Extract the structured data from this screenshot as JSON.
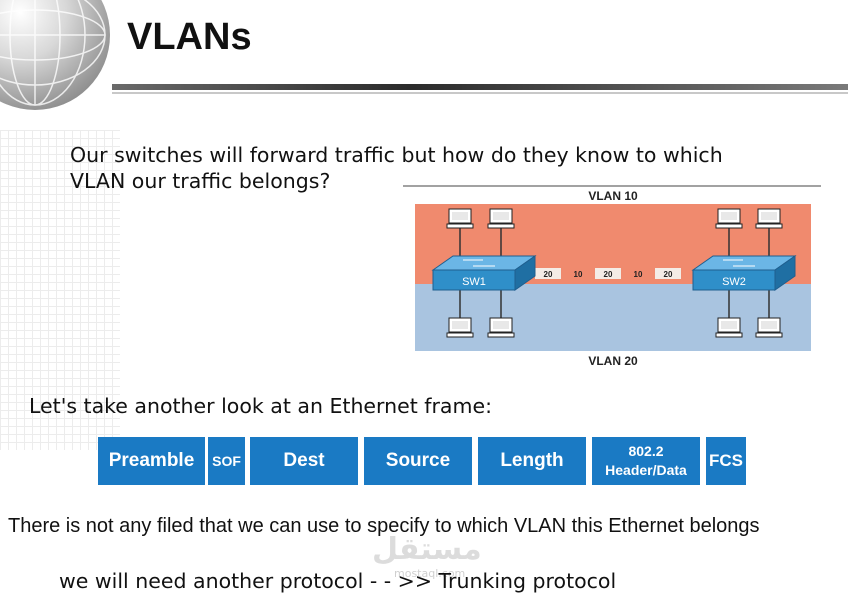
{
  "title": "VLANs",
  "question": {
    "line1": "Our switches will forward traffic but how do they know to which",
    "line2": "VLAN our traffic belongs?"
  },
  "diagram": {
    "vlan_top": "VLAN 10",
    "vlan_bottom": "VLAN 20",
    "switch_left": "SW1",
    "switch_right": "SW2",
    "trunk_labels": [
      "20",
      "10",
      "20",
      "10",
      "20"
    ],
    "colors": {
      "vlan10": "#f08a6e",
      "vlan20": "#a9c4e0",
      "switch": "#2f8fc9"
    }
  },
  "ethernet_label": "Let's take another look at an Ethernet frame:",
  "frame_fields": [
    {
      "line1": "Preamble",
      "line2": ""
    },
    {
      "line1": "SOF",
      "line2": ""
    },
    {
      "line1": "Dest",
      "line2": ""
    },
    {
      "line1": "Source",
      "line2": ""
    },
    {
      "line1": "Length",
      "line2": ""
    },
    {
      "line1": "802.2",
      "line2": "Header/Data"
    },
    {
      "line1": "FCS",
      "line2": ""
    }
  ],
  "frame_color": "#1a7ac4",
  "bottom_line1": "There is not any filed that we can use to specify to which VLAN this Ethernet belongs",
  "bottom_line2": "we will need another protocol - - >> Trunking protocol",
  "watermark": "مستقل",
  "watermark_url": "mostaql.com"
}
